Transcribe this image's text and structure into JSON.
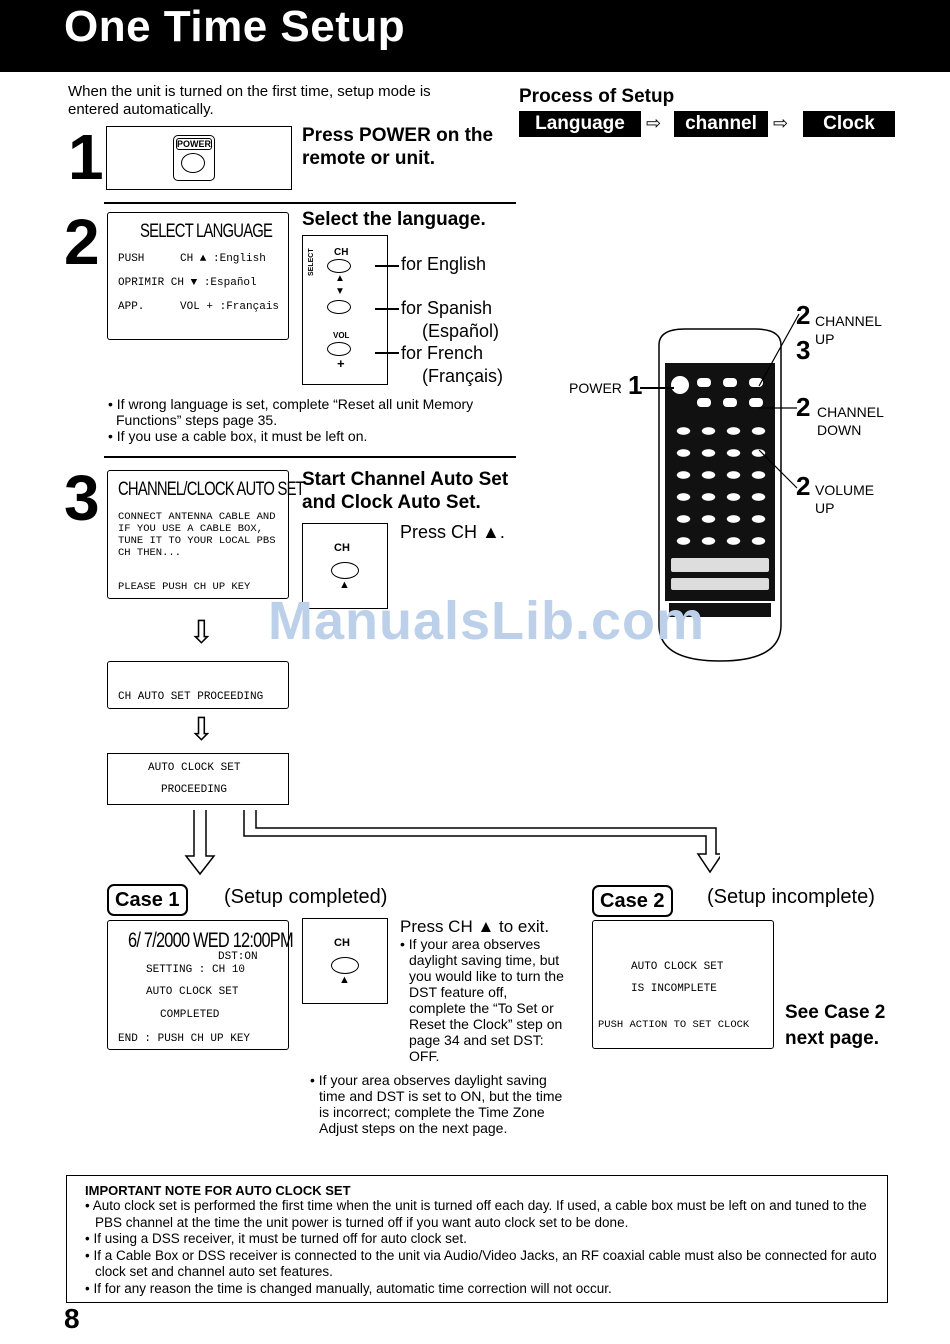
{
  "header": {
    "title": "One Time Setup"
  },
  "intro": "When the unit is turned on the first time, setup mode is entered automatically.",
  "process": {
    "title": "Process of Setup",
    "steps": [
      "Language",
      "channel",
      "Clock"
    ]
  },
  "step1": {
    "number": "1",
    "button_label": "POWER",
    "instruction": "Press POWER on the remote or unit."
  },
  "step2": {
    "number": "2",
    "screen_title": "SELECT LANGUAGE",
    "screen_rows": [
      [
        "PUSH",
        "CH ▲ :English"
      ],
      [
        "OPRIMIR CH ▼ :Español",
        ""
      ],
      [
        "APP.",
        "VOL + :Français"
      ]
    ],
    "instruction": "Select the language.",
    "ch_label": "CH",
    "select_label": "SELECT",
    "vol_label": "VOL",
    "for_english": "for English",
    "for_spanish": "for Spanish",
    "espanol": "(Español)",
    "for_french": "for French",
    "francais": "(Français)",
    "notes": [
      "If wrong language is set, complete “Reset all unit Memory Functions” steps page 35.",
      "If you use a cable box, it must be left on."
    ]
  },
  "step3": {
    "number": "3",
    "screen_title": "CHANNEL/CLOCK AUTO SET",
    "screen_body": "CONNECT ANTENNA CABLE AND IF YOU USE A CABLE BOX, TUNE IT TO YOUR LOCAL PBS CH THEN...",
    "screen_footer": "PLEASE PUSH CH UP KEY",
    "instruction": "Start Channel Auto Set and Clock Auto Set.",
    "press": "Press CH ▲.",
    "ch_label": "CH"
  },
  "flow": {
    "proceeding": "CH AUTO SET PROCEEDING",
    "clock_line1": "AUTO CLOCK SET",
    "clock_line2": "PROCEEDING"
  },
  "remote": {
    "power_label": "POWER",
    "power_num": "1",
    "ch_up_num": "2",
    "ch_up_num2": "3",
    "ch_up_label": "CHANNEL UP",
    "ch_down_num": "2",
    "ch_down_label": "CHANNEL DOWN",
    "vol_up_num": "2",
    "vol_up_label": "VOLUME UP"
  },
  "case1": {
    "label": "Case 1",
    "status": "(Setup completed)",
    "screen_time": "6/ 7/2000 WED 12:00PM",
    "screen_dst": "DST:ON",
    "screen_setting": "SETTING : CH 10",
    "screen_acs": "AUTO CLOCK SET",
    "screen_completed": "COMPLETED",
    "screen_end": "END : PUSH CH UP KEY",
    "ch_label": "CH",
    "press_exit": "Press CH ▲ to exit.",
    "dst_note": "If your area observes daylight saving time, but you would like to turn the DST feature off, complete the “To Set or Reset the Clock” step on page 34 and set DST: OFF.",
    "tz_note": "If your area observes daylight saving time and DST is set to ON, but the time is incorrect; complete the Time Zone Adjust steps on the next page."
  },
  "case2": {
    "label": "Case 2",
    "status": "(Setup incomplete)",
    "screen_line1": "AUTO CLOCK SET",
    "screen_line2": "IS INCOMPLETE",
    "screen_line3": "PUSH ACTION TO SET CLOCK",
    "see": "See Case 2 next page."
  },
  "note": {
    "title": "IMPORTANT NOTE FOR AUTO CLOCK SET",
    "items": [
      "Auto clock set is performed the first time when the unit is turned off each day. If used, a cable box must be left on and tuned to the PBS channel at the time the unit power is turned off if you want auto clock set to be done.",
      "If using a DSS receiver, it must be turned off for auto clock set.",
      "If a Cable Box or DSS receiver is connected to the unit via Audio/Video Jacks, an RF coaxial cable must also be connected for auto clock set and channel auto set features.",
      "If for any reason the time is changed manually, automatic time correction will not occur."
    ]
  },
  "watermark": "ManualsLib.com",
  "page_number": "8"
}
